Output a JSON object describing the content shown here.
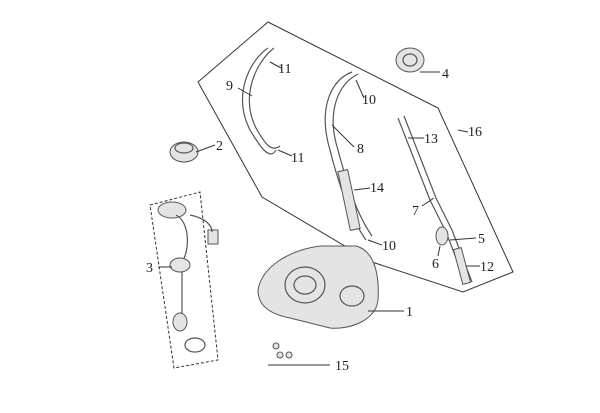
{
  "diagram": {
    "title": "Fuel tank assembly exploded view",
    "callouts": [
      {
        "id": "1",
        "label": "1"
      },
      {
        "id": "2",
        "label": "2"
      },
      {
        "id": "3",
        "label": "3"
      },
      {
        "id": "4",
        "label": "4"
      },
      {
        "id": "5",
        "label": "5"
      },
      {
        "id": "6",
        "label": "6"
      },
      {
        "id": "7",
        "label": "7"
      },
      {
        "id": "8",
        "label": "8"
      },
      {
        "id": "9",
        "label": "9"
      },
      {
        "id": "10a",
        "label": "10"
      },
      {
        "id": "10b",
        "label": "10"
      },
      {
        "id": "11a",
        "label": "11"
      },
      {
        "id": "11b",
        "label": "11"
      },
      {
        "id": "12",
        "label": "12"
      },
      {
        "id": "13",
        "label": "13"
      },
      {
        "id": "14",
        "label": "14"
      },
      {
        "id": "15",
        "label": "15"
      },
      {
        "id": "16",
        "label": "16"
      }
    ]
  }
}
